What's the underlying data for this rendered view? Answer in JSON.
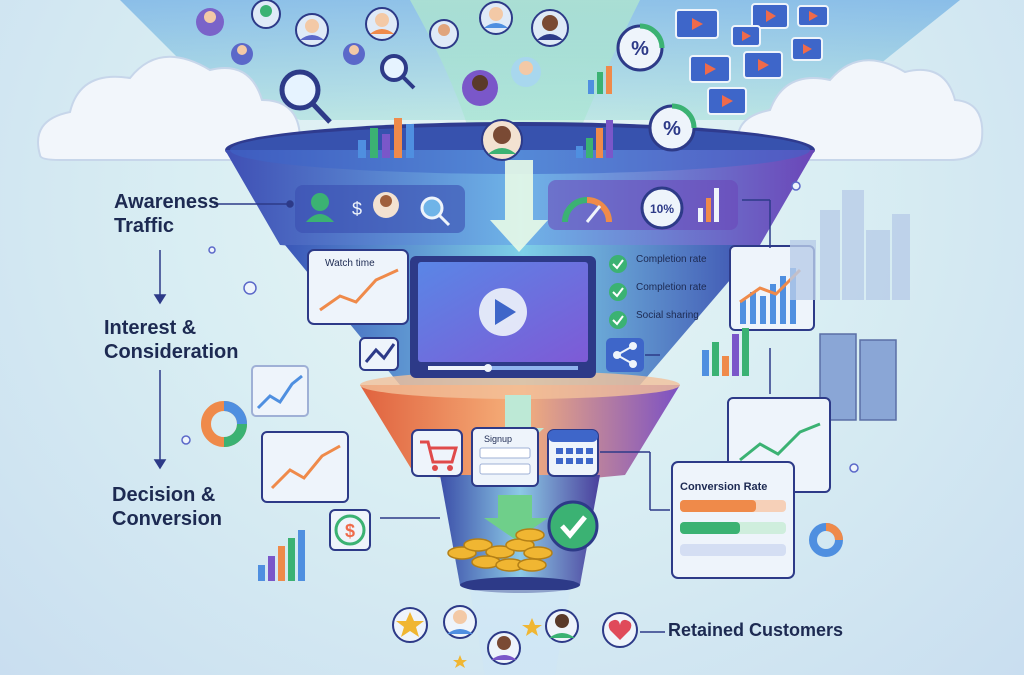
{
  "stages": {
    "awareness": [
      "Awareness",
      "Traffic"
    ],
    "interest": [
      "Interest &",
      "Consideration"
    ],
    "decision": [
      "Decision &",
      "Conversion"
    ],
    "retained": "Retained Customers"
  },
  "panels": {
    "watch_time": "Watch time",
    "metrics": [
      "Completion rate",
      "Completion rate",
      "Social sharing"
    ],
    "signup": "Signup",
    "conversion_rate": "Conversion Rate",
    "percent_badge": "%",
    "pct10_badge": "10%"
  },
  "icons": [
    "user-avatar-icon",
    "magnifier-icon",
    "video-thumbnail-icon",
    "bar-chart-icon",
    "percent-icon",
    "gauge-icon",
    "play-icon",
    "checkmark-icon",
    "share-icon",
    "cart-icon",
    "calendar-icon",
    "dollar-icon",
    "coins-icon",
    "star-icon",
    "heart-icon",
    "cloud-icon",
    "server-icon",
    "building-icon"
  ],
  "colors": {
    "funnel_top": "#5b68c9",
    "funnel_mid": "#4f8fe0",
    "funnel_orange": "#ef8a4a",
    "funnel_purple": "#7a57c9",
    "accent_green": "#3bb273",
    "text_dark": "#1d2a52"
  }
}
